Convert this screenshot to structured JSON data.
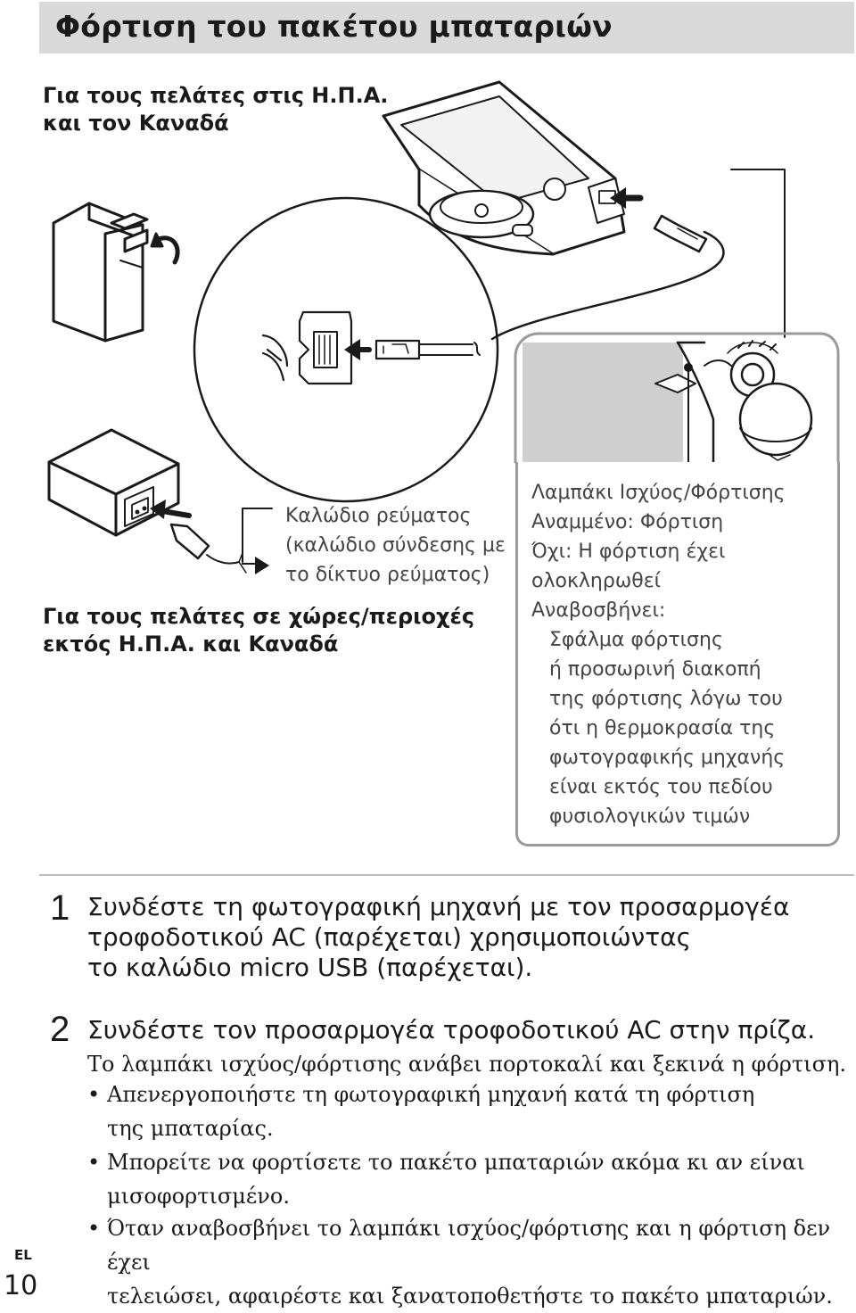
{
  "heading": "Φόρτιση του πακέτου μπαταριών",
  "usa": {
    "line1": "Για τους πελάτες στις Η.Π.Α.",
    "line2": "και τον Καναδά"
  },
  "outside": {
    "line1": "Για τους πελάτες σε χώρες/περιοχές",
    "line2": "εκτός Η.Π.Α. και Καναδά"
  },
  "cable": {
    "line1": "Καλώδιο ρεύματος",
    "line2": "(καλώδιο σύνδεσης με",
    "line3": "το δίκτυο ρεύματος)"
  },
  "lamp": {
    "l1": "Λαμπάκι Ισχύος/Φόρτισης",
    "l2": "Αναμμένο: Φόρτιση",
    "l3": "Όχι: Η φόρτιση έχει",
    "l4": "ολοκληρωθεί",
    "l5": "Αναβοσβήνει:",
    "l6": "Σφάλμα φόρτισης",
    "l7": "ή προσωρινή διακοπή",
    "l8": "της φόρτισης λόγω του",
    "l9": "ότι η θερμοκρασία της",
    "l10": "φωτογραφικής μηχανής",
    "l11": "είναι εκτός του πεδίου",
    "l12": "φυσιολογικών τιμών"
  },
  "step1": {
    "num": "1",
    "l1": "Συνδέστε τη φωτογραφική μηχανή με τον προσαρμογέα",
    "l2": "τροφοδοτικού AC (παρέχεται) χρησιμοποιώντας",
    "l3": "το καλώδιο micro USB (παρέχεται)."
  },
  "step2": {
    "num": "2",
    "head": "Συνδέστε τον προσαρμογέα τροφοδοτικού AC στην πρίζα.",
    "body": "Το λαμπάκι ισχύος/φόρτισης ανάβει πορτοκαλί και ξεκινά η φόρτιση.",
    "bullet_char": "•",
    "b1a": "Απενεργοποιήστε τη φωτογραφική μηχανή κατά τη φόρτιση",
    "b1b": "της μπαταρίας.",
    "b2a": "Μπορείτε να φορτίσετε το πακέτο μπαταριών ακόμα κι αν είναι",
    "b2b": "μισοφορτισμένο.",
    "b3a": "Όταν αναβοσβήνει το λαμπάκι ισχύος/φόρτισης και η φόρτιση δεν έχει",
    "b3b": "τελειώσει, αφαιρέστε και ξανατοποθετήστε το πακέτο μπαταριών."
  },
  "footer": {
    "lang": "EL",
    "page": "10"
  }
}
